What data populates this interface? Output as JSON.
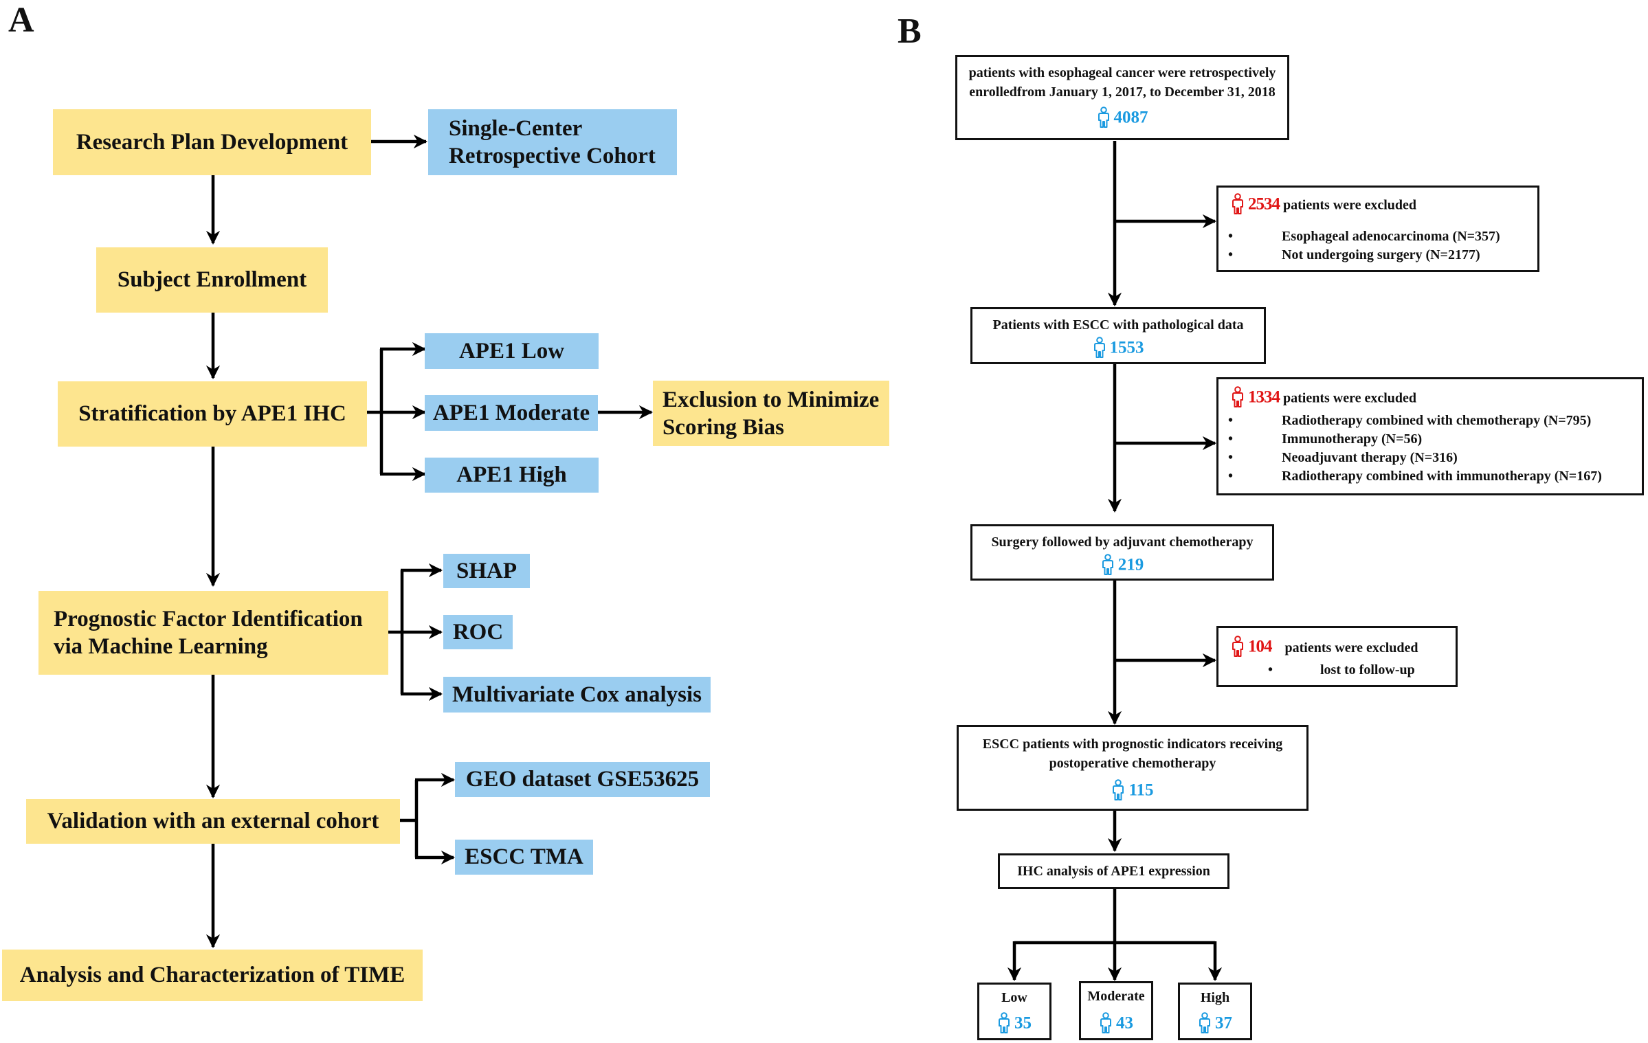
{
  "panel_a": {
    "label": "A",
    "plan": "Research Plan Development",
    "cohort_line1": "Single-Center",
    "cohort_line2": "Retrospective Cohort",
    "enroll": "Subject Enrollment",
    "strat": "Stratification by APE1 IHC",
    "ape_low": "APE1 Low",
    "ape_mod": "APE1 Moderate",
    "ape_high": "APE1 High",
    "excl_line1": "Exclusion to Minimize",
    "excl_line2": "Scoring Bias",
    "prog_line1": "Prognostic Factor Identification",
    "prog_line2": "via Machine Learning",
    "shap": "SHAP",
    "roc": "ROC",
    "cox": "Multivariate Cox analysis",
    "valid": "Validation with an external cohort",
    "geo": "GEO dataset GSE53625",
    "tma": "ESCC TMA",
    "time": "Analysis and Characterization of TIME"
  },
  "panel_b": {
    "label": "B",
    "start_line1": "patients with esophageal cancer were retrospectively",
    "start_line2": "enrolledfrom January 1, 2017, to December 31, 2018",
    "start_n": "4087",
    "ex1_n": "2534",
    "ex1_text": "patients were excluded",
    "ex1_items": [
      "Esophageal adenocarcinoma (N=357)",
      "Not undergoing surgery (N=2177)"
    ],
    "escc_line": "Patients with ESCC with pathological data",
    "escc_n": "1553",
    "ex2_n": "1334",
    "ex2_text": "patients were excluded",
    "ex2_items": [
      "Radiotherapy combined with chemotherapy (N=795)",
      "Immunotherapy (N=56)",
      "Neoadjuvant therapy (N=316)",
      "Radiotherapy combined with immunotherapy (N=167)"
    ],
    "surg_line": "Surgery followed by adjuvant chemotherapy",
    "surg_n": "219",
    "ex3_n": "104",
    "ex3_text": "patients were excluded",
    "ex3_items": [
      "lost to follow-up"
    ],
    "prog_line1": "ESCC patients with prognostic indicators receiving",
    "prog_line2": "postoperative chemotherapy",
    "prog_n": "115",
    "ihc_line": "IHC analysis of APE1 expression",
    "low_label": "Low",
    "low_n": "35",
    "mod_label": "Moderate",
    "mod_n": "43",
    "high_label": "High",
    "high_n": "37"
  },
  "colors": {
    "yellow_box": "#fde58f",
    "blue_box": "#9acdf0",
    "count_blue": "#1a9ae0",
    "excluded_red": "#e01515"
  },
  "icons": [
    "person-icon"
  ]
}
